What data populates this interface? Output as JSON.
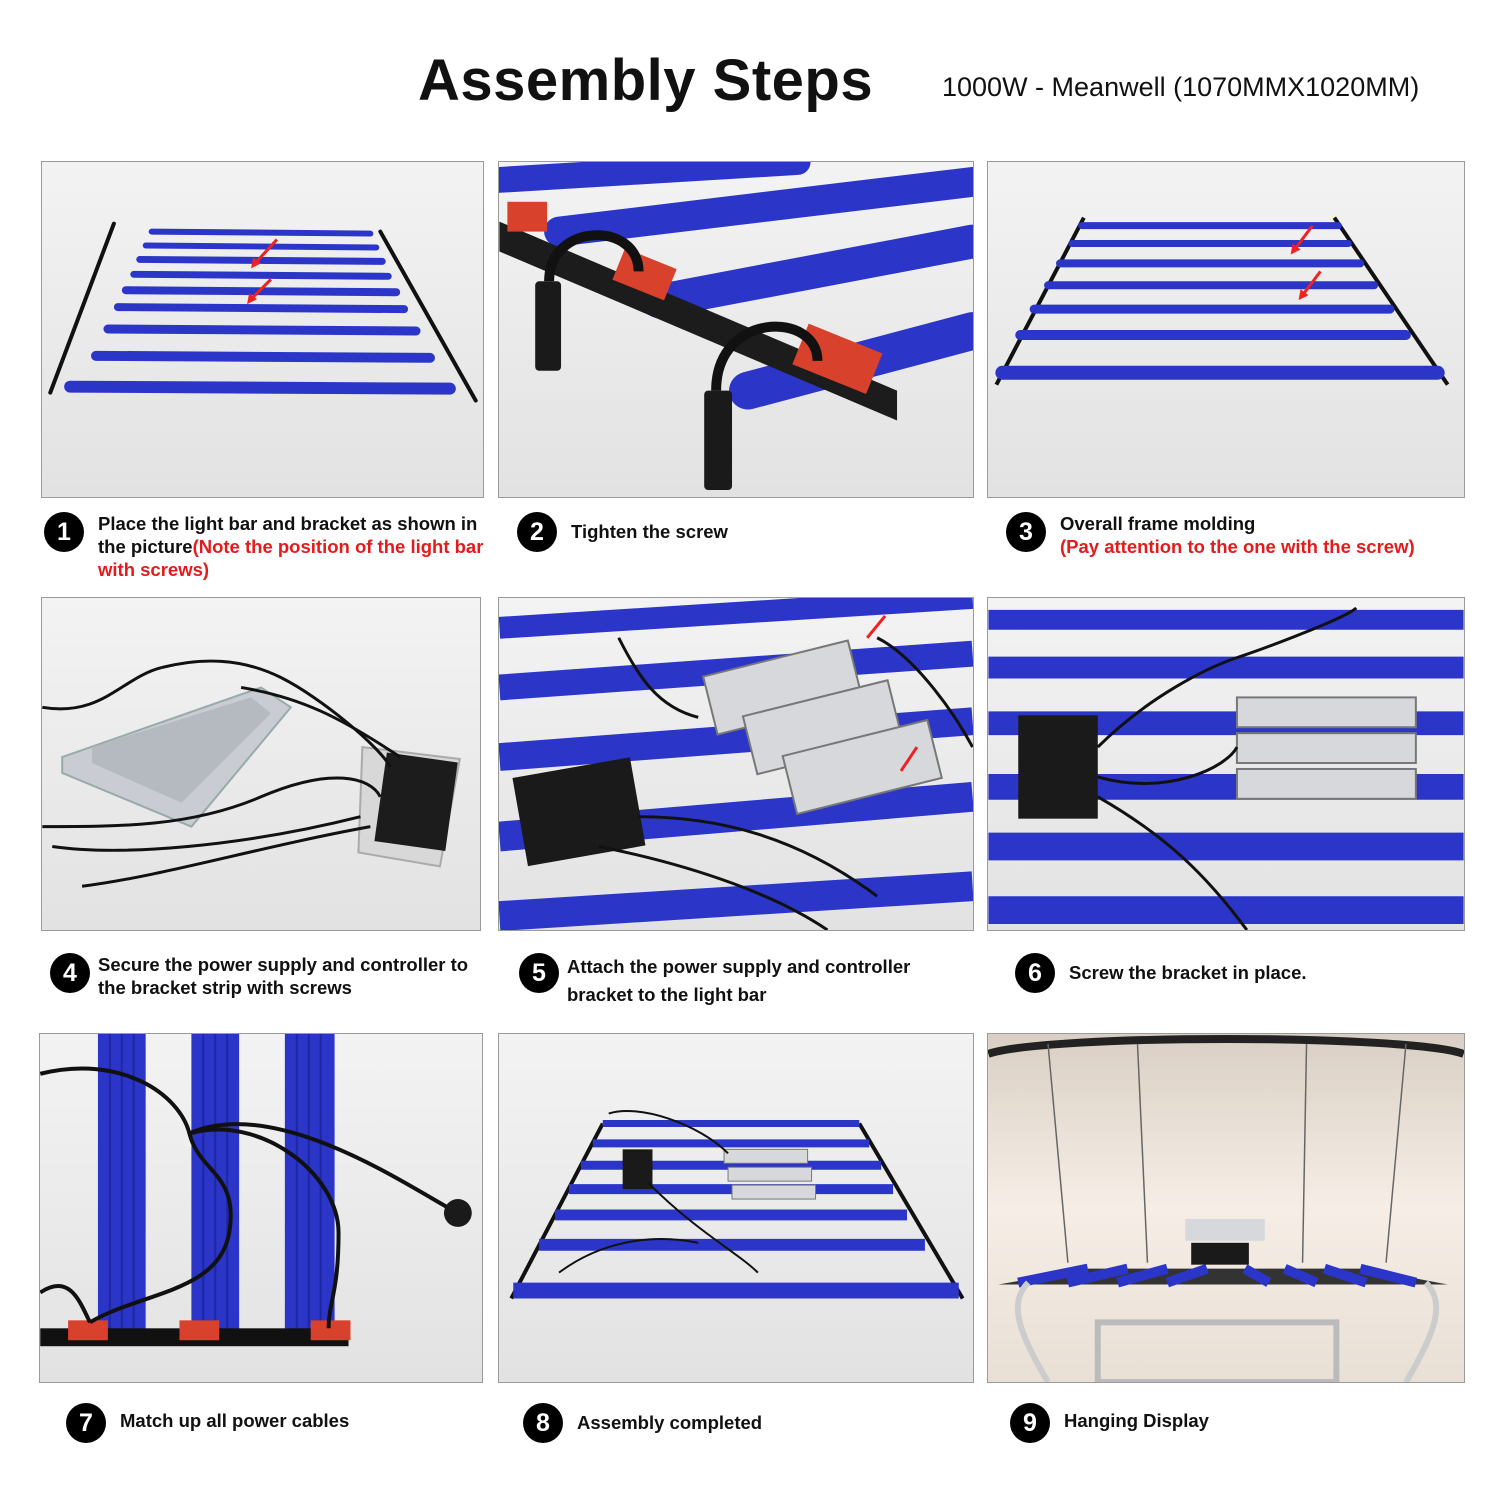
{
  "header": {
    "title": "Assembly Steps",
    "subtitle": "1000W - Meanwell  (1070MMX1020MM)"
  },
  "steps": [
    {
      "num": "1",
      "text": "Place the light bar and bracket as shown in the picture",
      "note": "(Note the position of the light bar with screws)"
    },
    {
      "num": "2",
      "text": "Tighten the screw",
      "note": ""
    },
    {
      "num": "3",
      "text": "Overall frame molding",
      "note": "(Pay attention to the one with the screw)"
    },
    {
      "num": "4",
      "text": "Secure the power supply and controller to the bracket strip with screws",
      "note": ""
    },
    {
      "num": "5",
      "text": "Attach the power supply and controller bracket to the light bar",
      "note": ""
    },
    {
      "num": "6",
      "text": "Screw the bracket in place.",
      "note": ""
    },
    {
      "num": "7",
      "text": "Match up all power cables",
      "note": ""
    },
    {
      "num": "8",
      "text": "Assembly completed",
      "note": ""
    },
    {
      "num": "9",
      "text": "Hanging Display",
      "note": ""
    }
  ],
  "colors": {
    "light_bar": "#2b35c8",
    "bracket": "#1a1a1a",
    "clip": "#d8412c",
    "note_text": "#e51b1b",
    "badge": "#000000"
  }
}
